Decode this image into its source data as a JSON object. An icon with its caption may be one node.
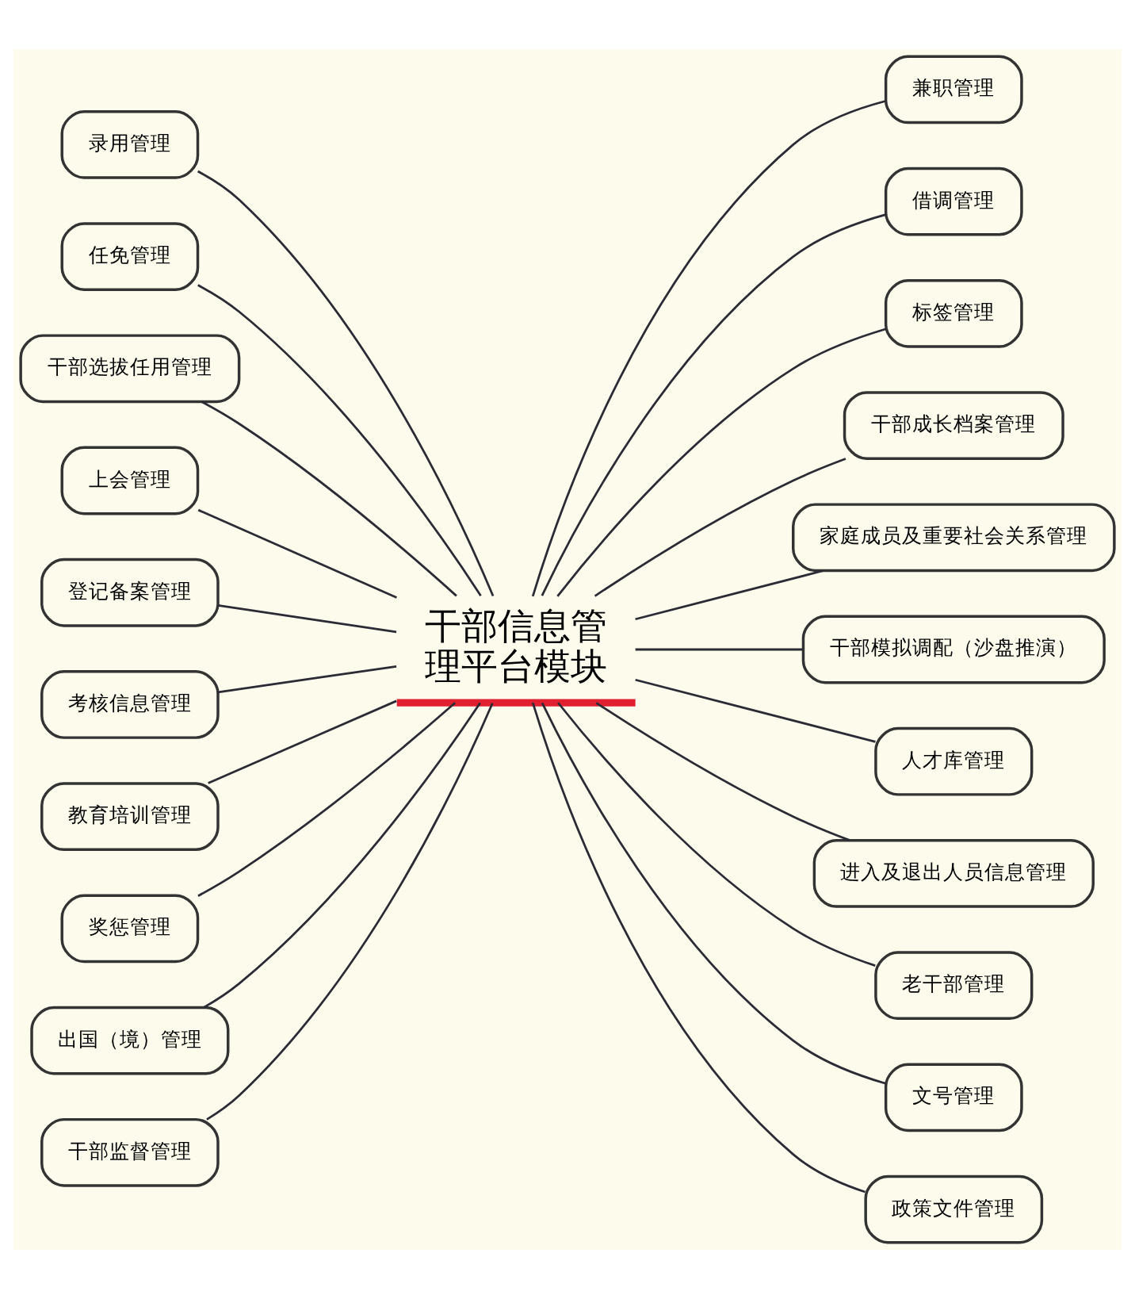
{
  "diagram": {
    "nodes": [
      {
        "text": [
          "干部信息管理平台模块"
        ]
      },
      {
        "text": [
          "录用管理"
        ]
      },
      {
        "text": [
          "任免管理"
        ]
      },
      {
        "text": [
          "干部选拔任用管理"
        ]
      },
      {
        "text": [
          "上会管理"
        ]
      },
      {
        "text": [
          "登记备案管理"
        ]
      },
      {
        "text": [
          "考核信息管理"
        ]
      },
      {
        "text": [
          "教育培训管理"
        ]
      },
      {
        "text": [
          "奖惩管理"
        ]
      },
      {
        "text": [
          "出国（境）管理"
        ]
      },
      {
        "text": [
          "干部监督管理"
        ]
      },
      {
        "text": [
          "兼职管理"
        ]
      },
      {
        "text": [
          "借调管理"
        ]
      },
      {
        "text": [
          "标签管理"
        ]
      },
      {
        "text": [
          "干部成长档案管理"
        ]
      },
      {
        "text": [
          "家庭成员及重要社会关系管理"
        ]
      },
      {
        "text": [
          "干部模拟调配（沙盘推演）"
        ]
      },
      {
        "text": [
          "人才库管理"
        ]
      },
      {
        "text": [
          "进入及退出人员信息管理"
        ]
      },
      {
        "text": [
          "老干部管理"
        ]
      },
      {
        "text": [
          "文号管理"
        ]
      },
      {
        "text": [
          "政策文件管理"
        ]
      }
    ],
    "edges": [
      {
        "from": 0,
        "to": 1,
        "arrow": "none"
      },
      {
        "from": 0,
        "to": 2,
        "arrow": "none"
      },
      {
        "from": 0,
        "to": 3,
        "arrow": "none"
      },
      {
        "from": 0,
        "to": 4,
        "arrow": "none"
      },
      {
        "from": 0,
        "to": 5,
        "arrow": "none"
      },
      {
        "from": 0,
        "to": 6,
        "arrow": "none"
      },
      {
        "from": 0,
        "to": 7,
        "arrow": "none"
      },
      {
        "from": 0,
        "to": 8,
        "arrow": "none"
      },
      {
        "from": 0,
        "to": 9,
        "arrow": "none"
      },
      {
        "from": 0,
        "to": 10,
        "arrow": "none"
      },
      {
        "from": 0,
        "to": 11,
        "arrow": "none"
      },
      {
        "from": 0,
        "to": 12,
        "arrow": "none"
      },
      {
        "from": 0,
        "to": 13,
        "arrow": "none"
      },
      {
        "from": 0,
        "to": 14,
        "arrow": "none"
      },
      {
        "from": 0,
        "to": 15,
        "arrow": "none"
      },
      {
        "from": 0,
        "to": 16,
        "arrow": "none"
      },
      {
        "from": 0,
        "to": 17,
        "arrow": "none"
      },
      {
        "from": 0,
        "to": 18,
        "arrow": "none"
      },
      {
        "from": 0,
        "to": 19,
        "arrow": "none"
      },
      {
        "from": 0,
        "to": 20,
        "arrow": "none"
      },
      {
        "from": 0,
        "to": 21,
        "arrow": "none"
      }
    ]
  }
}
